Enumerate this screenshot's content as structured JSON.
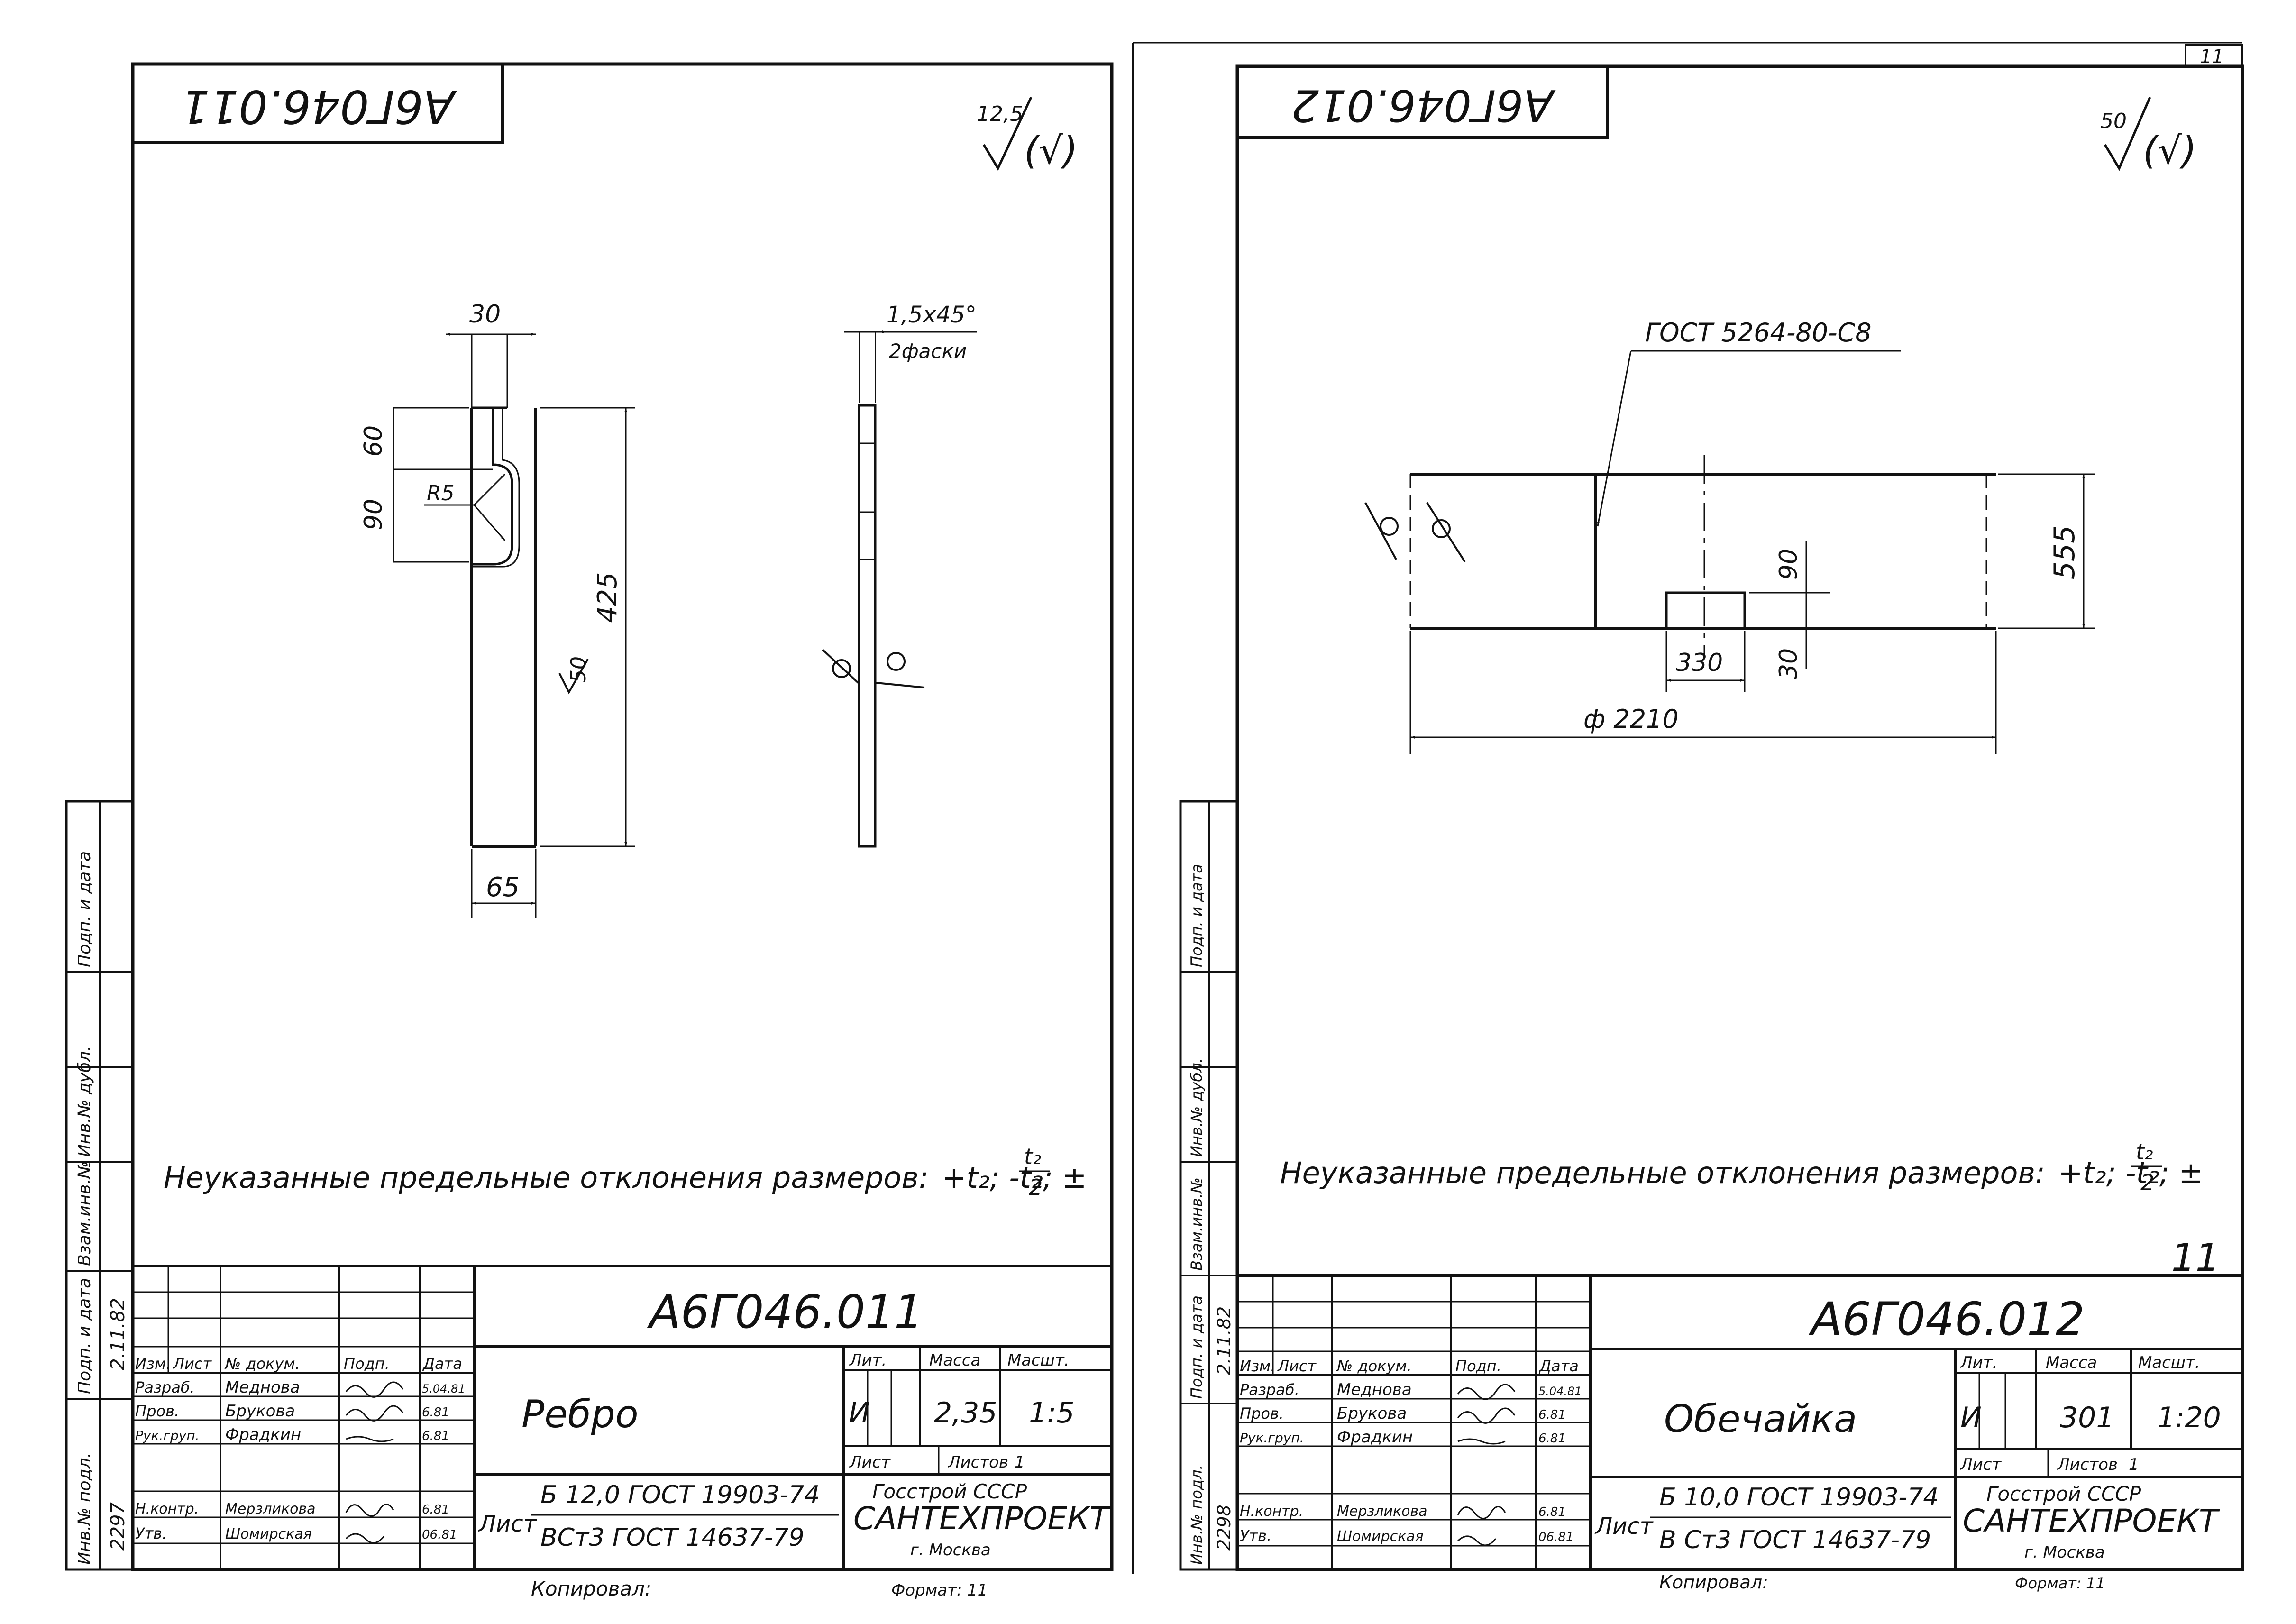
{
  "page_number": "11",
  "sheets": [
    {
      "id": "left",
      "top_code": "А6Г046.011",
      "roughness": "12,5",
      "roughness_paren": "(√)",
      "dims": {
        "w30": "30",
        "h60": "60",
        "h90": "90",
        "r5": "R5",
        "len425": "425",
        "rough50": "50",
        "w65": "65",
        "chamfer": "1,5x45°",
        "chamfer_note": "2фаски"
      },
      "tolerance_note": "Неуказанные предельные отклонения размеров:",
      "tolerance_formula": "+t₂; -t₂; ±",
      "tolerance_fraction_num": "t₂",
      "tolerance_fraction_den": "2",
      "title_code": "А6Г046.011",
      "part_name": "Ребро",
      "lit_header": "Лит.",
      "lit_value": "И",
      "mass_header": "Масса",
      "mass_value": "2,35",
      "scale_header": "Масшт.",
      "scale_value": "1:5",
      "sheet_header": "Лист",
      "sheets_header": "Листов",
      "sheets_value": "1",
      "material_label": "Лист",
      "material_top": "Б 12,0 ГОСТ 19903-74",
      "material_bottom": "ВСт3 ГОСТ 14637-79",
      "org_line1": "Госстрой СССР",
      "org_line2": "САНТЕХПРОЕКТ",
      "org_line3": "г. Москва",
      "table_headers": [
        "Изм.",
        "Лист",
        "№ докум.",
        "Подп.",
        "Дата"
      ],
      "people": [
        {
          "role": "Разраб.",
          "name": "Меднова",
          "date": "5.04.81"
        },
        {
          "role": "Пров.",
          "name": "Брукова",
          "date": "6.81"
        },
        {
          "role": "Рук.груп.",
          "name": "Фрадкин",
          "date": "6.81"
        },
        {
          "role": "Н.контр.",
          "name": "Мерзликова",
          "date": "6.81"
        },
        {
          "role": "Утв.",
          "name": "Шомирская",
          "date": "06.81"
        }
      ],
      "footer_copy": "Копировал:",
      "footer_format": "Формат:",
      "footer_format_value": "11"
    },
    {
      "id": "right",
      "top_code": "А6Г046.012",
      "roughness": "50",
      "roughness_paren": "(√)",
      "dims": {
        "weld": "ГОСТ 5264-80-С8",
        "h555": "555",
        "h90": "90",
        "w330": "330",
        "h30": "30",
        "dia": "ф 2210"
      },
      "tolerance_note": "Неуказанные предельные отклонения размеров:",
      "tolerance_formula": "+t₂; -t₂; ±",
      "tolerance_fraction_num": "t₂",
      "tolerance_fraction_den": "2",
      "title_code": "А6Г046.012",
      "part_name": "Обечайка",
      "lit_header": "Лит.",
      "lit_value": "И",
      "mass_header": "Масса",
      "mass_value": "301",
      "scale_header": "Масшт.",
      "scale_value": "1:20",
      "sheet_header": "Лист",
      "sheets_header": "Листов",
      "sheets_value": "1",
      "material_label": "Лист",
      "material_top": "Б 10,0 ГОСТ 19903-74",
      "material_bottom": "В Ст3 ГОСТ 14637-79",
      "org_line1": "Госстрой СССР",
      "org_line2": "САНТЕХПРОЕКТ",
      "org_line3": "г. Москва",
      "table_headers": [
        "Изм.",
        "Лист",
        "№ докум.",
        "Подп.",
        "Дата"
      ],
      "people": [
        {
          "role": "Разраб.",
          "name": "Меднова",
          "date": "5.04.81"
        },
        {
          "role": "Пров.",
          "name": "Брукова",
          "date": "6.81"
        },
        {
          "role": "Рук.груп.",
          "name": "Фрадкин",
          "date": "6.81"
        },
        {
          "role": "Н.контр.",
          "name": "Мерзликова",
          "date": "6.81"
        },
        {
          "role": "Утв.",
          "name": "Шомирская",
          "date": "06.81"
        }
      ],
      "footer_copy": "Копировал:",
      "footer_format": "Формат:",
      "footer_format_value": "11"
    }
  ],
  "side_strips": [
    {
      "id": "left",
      "cells": [
        "Инв.№ подл.",
        "Подп. и дата",
        "Взам.инв.№",
        "Инв.№ дубл.",
        "Подп. и дата"
      ],
      "inv_no": "2297",
      "date_sign": "2.11.82"
    },
    {
      "id": "right",
      "cells": [
        "Инв.№ подл.",
        "Подп. и дата",
        "Взам.инв.№",
        "Инв.№ дубл.",
        "Подп. и дата"
      ],
      "inv_no": "2298",
      "date_sign": "2.11.82"
    }
  ]
}
